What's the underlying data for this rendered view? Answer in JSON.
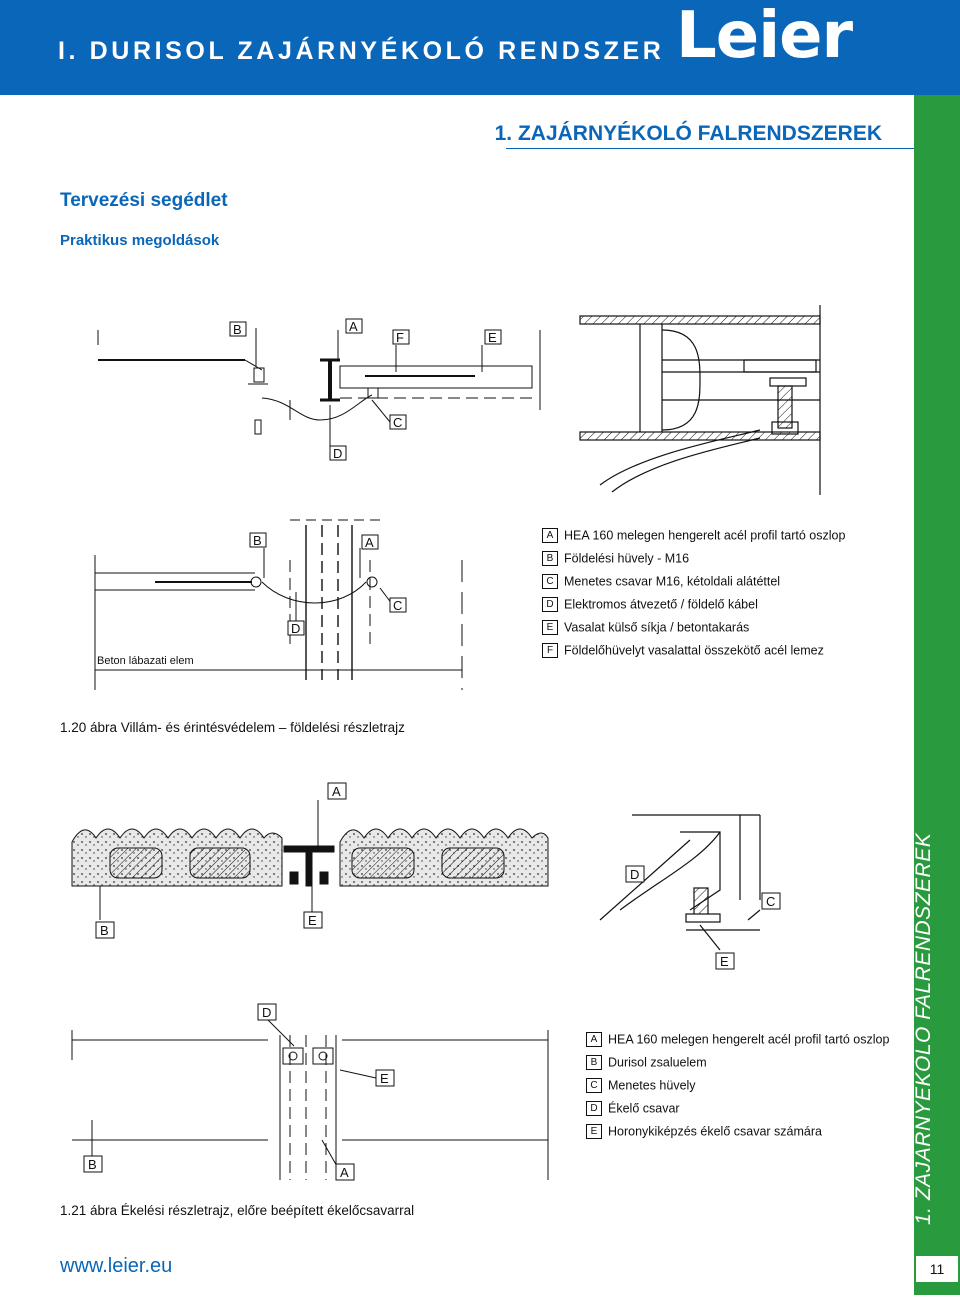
{
  "header": {
    "title": "I. DURISOL ZAJÁRNYÉKOLÓ RENDSZER",
    "logo": "Leier"
  },
  "chapter": "1. ZAJÁRNYÉKOLÓ FALRENDSZEREK",
  "section": {
    "title": "Tervezési segédlet",
    "subtitle": "Praktikus megoldások"
  },
  "figure1": {
    "caption": "1.20 ábra Villám- és érintésvédelem – földelési részletrajz",
    "label_beton": "Beton lábazati elem",
    "callouts": [
      "A",
      "B",
      "C",
      "D",
      "E",
      "F"
    ],
    "legend": [
      {
        "key": "A",
        "text": "HEA 160 melegen hengerelt acél profil tartó oszlop"
      },
      {
        "key": "B",
        "text": "Földelési hüvely - M16"
      },
      {
        "key": "C",
        "text": "Menetes csavar M16, kétoldali alátéttel"
      },
      {
        "key": "D",
        "text": "Elektromos átvezető / földelő kábel"
      },
      {
        "key": "E",
        "text": "Vasalat külső síkja / betontakarás"
      },
      {
        "key": "F",
        "text": "Földelőhüvelyt vasalattal összekötő acél lemez"
      }
    ]
  },
  "figure2": {
    "caption": "1.21 ábra Ékelési részletrajz, előre beépített ékelőcsavarral",
    "legend": [
      {
        "key": "A",
        "text": "HEA 160 melegen hengerelt acél profil tartó oszlop"
      },
      {
        "key": "B",
        "text": "Durisol zsaluelem"
      },
      {
        "key": "C",
        "text": "Menetes hüvely"
      },
      {
        "key": "D",
        "text": "Ékelő csavar"
      },
      {
        "key": "E",
        "text": "Horonykiképzés ékelő csavar számára"
      }
    ]
  },
  "sidebar": {
    "text": "1. ZAJÁRNYÉKOLÓ FALRENDSZEREK",
    "page": "11"
  },
  "footer": {
    "url": "www.leier.eu"
  },
  "colors": {
    "brand_blue": "#0a66b8",
    "side_green": "#2a9a3e"
  }
}
